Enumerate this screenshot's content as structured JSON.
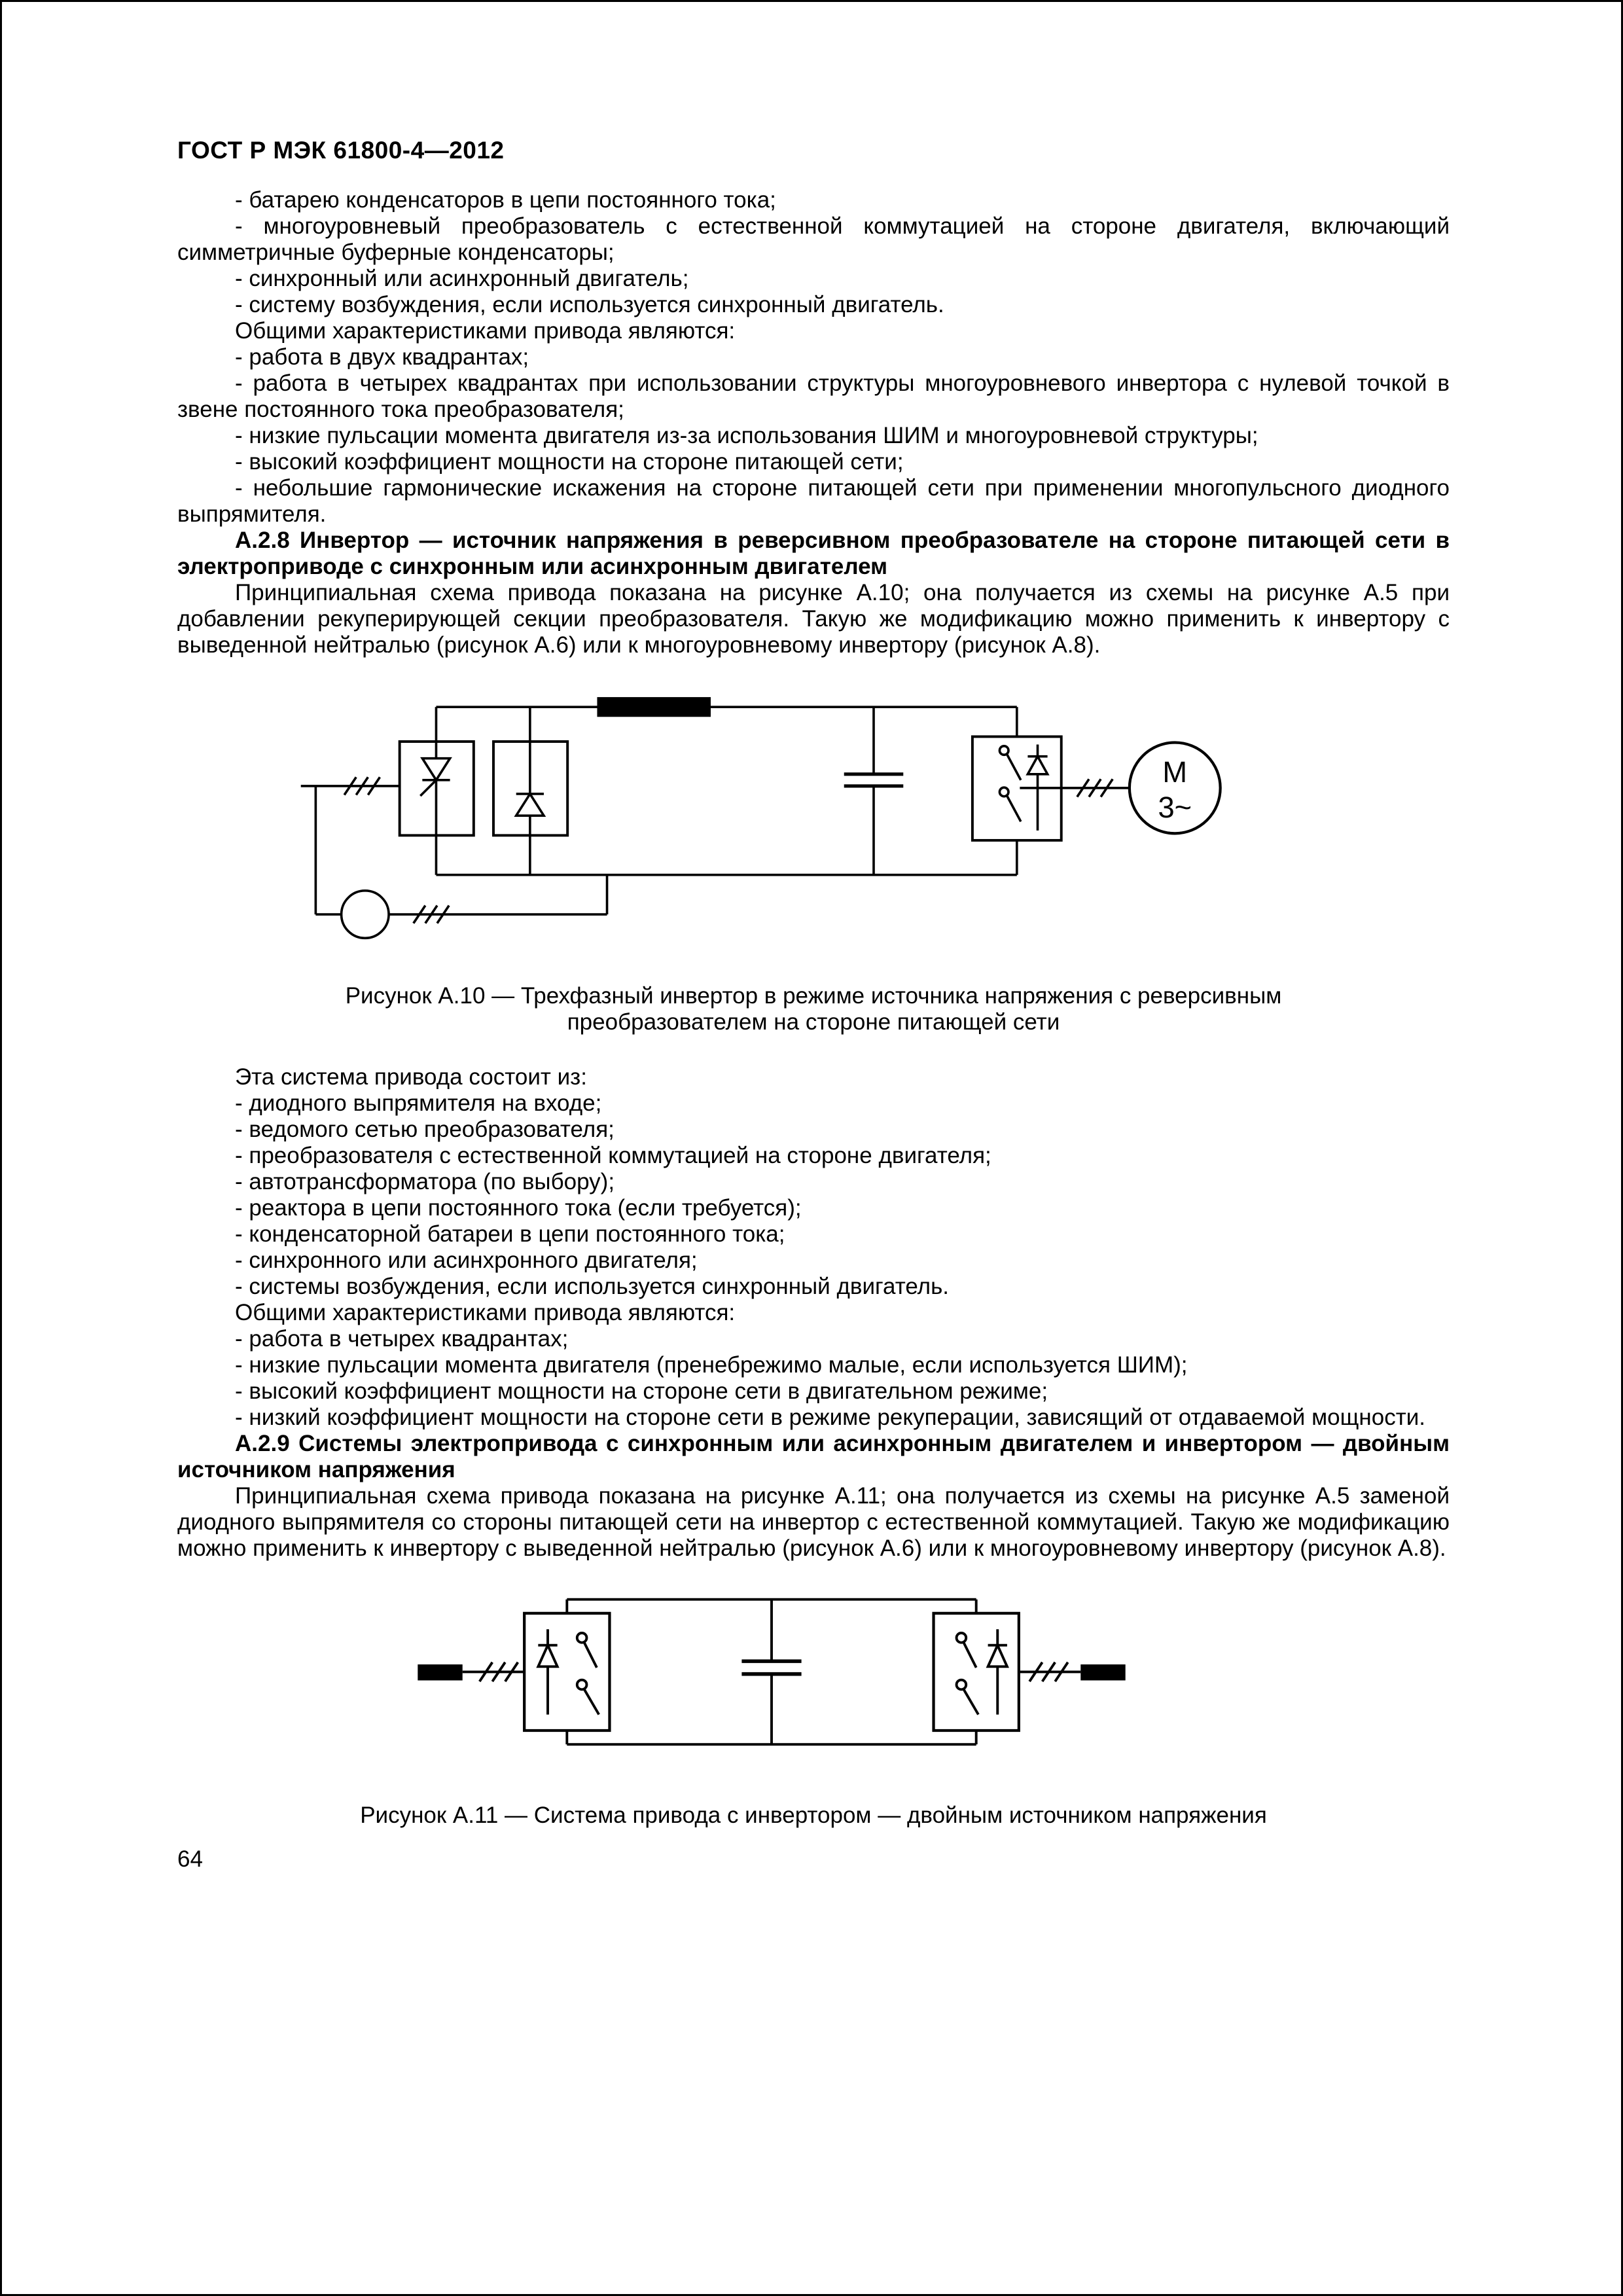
{
  "header": {
    "title": "ГОСТ Р МЭК  61800-4—2012"
  },
  "footer": {
    "page_number": "64"
  },
  "sections": {
    "blocks": [
      {
        "type": "li",
        "text": "-  батарею конденсаторов в цепи постоянного тока;"
      },
      {
        "type": "li",
        "text": "-  многоуровневый преобразователь с естественной коммутацией на стороне двигателя, включающий симметричные буферные конденсаторы;"
      },
      {
        "type": "li",
        "text": "-  синхронный или асинхронный двигатель;"
      },
      {
        "type": "li",
        "text": "-  систему возбуждения, если используется синхронный двигатель."
      },
      {
        "type": "p",
        "text": "Общими характеристиками привода являются:"
      },
      {
        "type": "li",
        "text": "-  работа в двух квадрантах;"
      },
      {
        "type": "li",
        "text": "-  работа в четырех квадрантах при использовании структуры многоуровневого инвертора с нулевой точкой в звене постоянного тока преобразователя;"
      },
      {
        "type": "li",
        "text": "-  низкие пульсации момента двигателя из-за использования ШИМ и многоуровневой структуры;"
      },
      {
        "type": "li",
        "text": "-  высокий коэффициент мощности на стороне питающей сети;"
      },
      {
        "type": "li",
        "text": "-  небольшие гармонические искажения на стороне питающей сети при применении многопульсного диодного выпрямителя."
      },
      {
        "type": "h",
        "text": "А.2.8 Инвертор — источник напряжения в реверсивном преобразователе на стороне питающей сети в электроприводе с синхронным или асинхронным двигателем"
      },
      {
        "type": "p",
        "text": "Принципиальная схема привода показана на рисунке А.10; она получается из схемы на рисунке А.5 при добавлении рекуперирующей секции преобразователя. Такую же модификацию можно применить к инвертору с выведенной нейтралью (рисунок А.6) или к многоуровневому инвертору (рисунок А.8)."
      },
      {
        "type": "p",
        "text": "Эта система привода состоит из:"
      },
      {
        "type": "li",
        "text": "-  диодного выпрямителя на входе;"
      },
      {
        "type": "li",
        "text": "-  ведомого сетью преобразователя;"
      },
      {
        "type": "li",
        "text": "-  преобразователя с естественной коммутацией на стороне двигателя;"
      },
      {
        "type": "li",
        "text": "-  автотрансформатора (по выбору);"
      },
      {
        "type": "li",
        "text": "-  реактора в цепи постоянного тока (если требуется);"
      },
      {
        "type": "li",
        "text": "-  конденсаторной батареи в цепи постоянного тока;"
      },
      {
        "type": "li",
        "text": "-  синхронного или асинхронного двигателя;"
      },
      {
        "type": "li",
        "text": "-  системы возбуждения, если используется синхронный двигатель."
      },
      {
        "type": "p",
        "text": "Общими характеристиками привода являются:"
      },
      {
        "type": "li",
        "text": "-  работа в четырех квадрантах;"
      },
      {
        "type": "li",
        "text": "-  низкие пульсации момента двигателя (пренебрежимо малые, если используется ШИМ);"
      },
      {
        "type": "li",
        "text": "-  высокий коэффициент мощности на стороне сети в двигательном режиме;"
      },
      {
        "type": "li",
        "text": "-  низкий коэффициент мощности на стороне сети в режиме рекуперации, зависящий от отдаваемой мощности."
      },
      {
        "type": "h",
        "text": "А.2.9 Системы электропривода с синхронным или асинхронным двигателем и инвертором — двойным источником напряжения"
      },
      {
        "type": "p",
        "text": "Принципиальная схема привода показана на рисунке А.11; она получается из схемы на рисунке А.5 заменой диодного выпрямителя со стороны питающей сети на инвертор с естественной коммутацией. Такую же модификацию можно применить к инвертору с выведенной нейтралью (рисунок А.6) или к многоуровневому инвертору (рисунок А.8)."
      }
    ]
  },
  "figures": {
    "fig_a10": {
      "caption": "Рисунок А.10 — Трехфазный инвертор в режиме источника напряжения с реверсивным преобразователем на стороне питающей сети",
      "motor_label": "М",
      "motor_phases": "3~"
    },
    "fig_a11": {
      "caption": "Рисунок А.11 — Система привода с инвертором — двойным источником напряжения"
    }
  }
}
